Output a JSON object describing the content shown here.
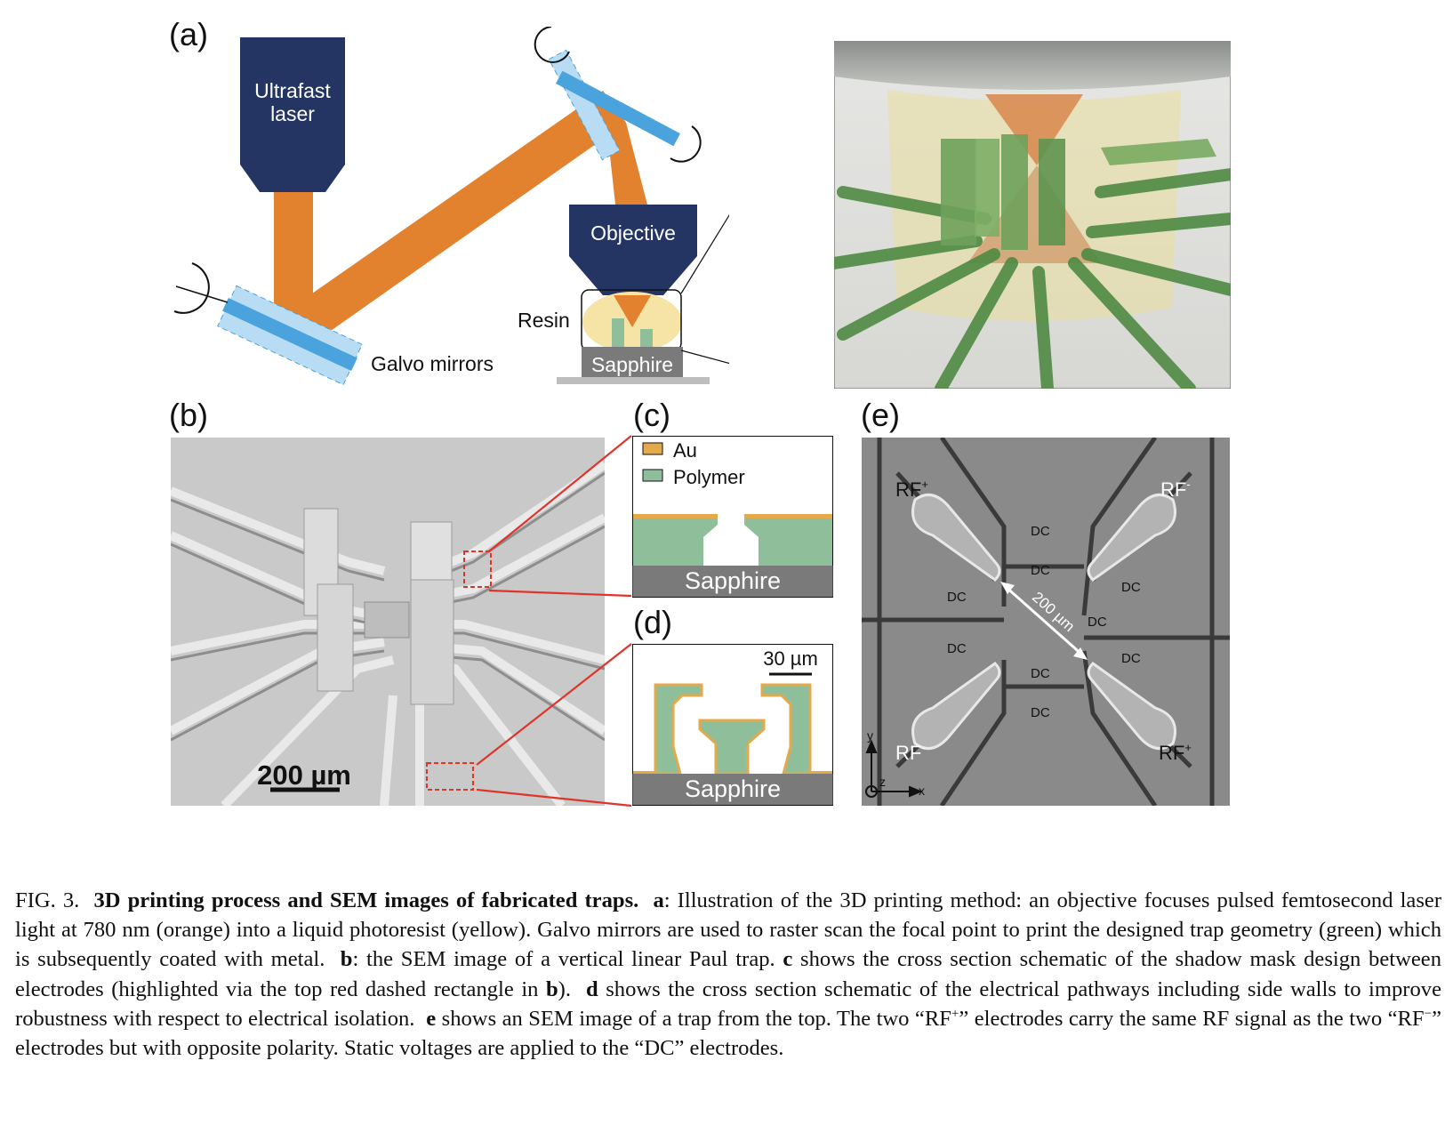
{
  "panels": {
    "a": {
      "label": "(a)",
      "laser": [
        "Ultrafast",
        "laser"
      ],
      "objective": "Objective",
      "resin": "Resin",
      "galvo": "Galvo mirrors",
      "sapphire": "Sapphire"
    },
    "b": {
      "label": "(b)",
      "scalebar": "200 µm"
    },
    "c": {
      "label": "(c)",
      "legend_au": "Au",
      "legend_polymer": "Polymer",
      "sapphire": "Sapphire"
    },
    "d": {
      "label": "(d)",
      "scalebar": "30 µm",
      "sapphire": "Sapphire"
    },
    "e": {
      "label": "(e)",
      "rf_plus": "RF",
      "rf_minus": "RF",
      "plus": "+",
      "minus": "-",
      "dc": "DC",
      "distance": "200 µm",
      "axis_x": "x",
      "axis_y": "y",
      "axis_z": "z"
    }
  },
  "caption": {
    "fig": "FIG. 3.",
    "title": "3D printing process and SEM images of fabricated traps.",
    "a_label": "a",
    "a_text": ": Illustration of the 3D printing method: an objective focuses pulsed femtosecond laser light at 780 nm (orange) into a liquid photoresist (yellow). Galvo mirrors are used to raster scan the focal point to print the designed trap geometry (green) which is subsequently coated with metal.",
    "b_label": "b",
    "b_text": ": the SEM image of a vertical linear Paul trap.",
    "c_label": "c",
    "c_text": " shows the cross section schematic of the shadow mask design between electrodes (highlighted via the top red dashed rectangle in ",
    "c_ref": "b",
    "c_end": ").",
    "d_label": "d",
    "d_text": " shows the cross section schematic of the electrical pathways including side walls to improve robustness with respect to electrical isolation.",
    "e_label": "e",
    "e_text": " shows an SEM image of a trap from the top. The two “RF",
    "e_sup1": "+",
    "e_mid": "” electrodes carry the same RF signal as the two “RF",
    "e_sup2": "−",
    "e_end": "” electrodes but with opposite polarity. Static voltages are applied to the “DC” electrodes."
  },
  "colors": {
    "laser_navy": "#243563",
    "beam_orange": "#e2822e",
    "mirror_blue": "#4aa3dc",
    "mirror_light": "#b8dcf3",
    "resin_yellow": "#f6e3a6",
    "polymer_green": "#8fbf9a",
    "gold": "#e3a94a",
    "sapphire_grey": "#7a7a7a",
    "highlight_red": "#e0342a"
  }
}
